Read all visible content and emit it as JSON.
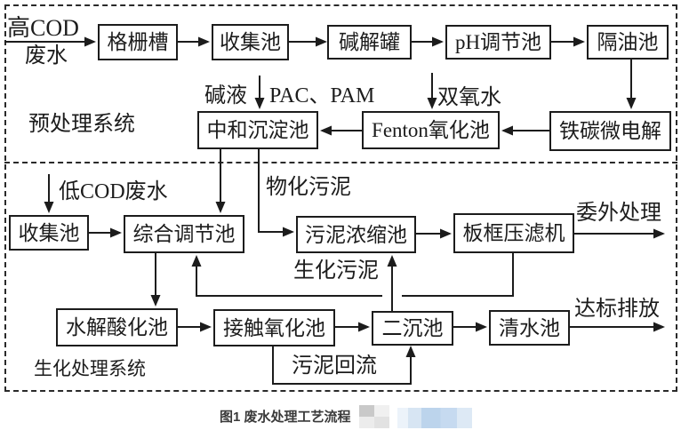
{
  "figure": {
    "caption": "图1 废水处理工艺流程"
  },
  "sections": {
    "pretreatment": "预处理系统",
    "biochemical": "生化处理系统"
  },
  "nodes": {
    "grid_trough": "格栅槽",
    "collection_pool_1": "收集池",
    "alkaline_tank": "碱解罐",
    "ph_adjust_pool": "pH调节池",
    "oil_separator": "隔油池",
    "neutralization_pool": "中和沉淀池",
    "fenton_pool": "Fenton氧化池",
    "iron_carbon": "铁碳微电解",
    "collection_pool_2": "收集池",
    "regulating_pool": "综合调节池",
    "sludge_thickener": "污泥浓缩池",
    "filter_press": "板框压滤机",
    "hydrolysis_pool": "水解酸化池",
    "contact_oxidation_pool": "接触氧化池",
    "secondary_sedimentation_pool": "二沉池",
    "clean_water_pool": "清水池"
  },
  "stream_labels": {
    "high_cod_line1": "高COD",
    "high_cod_line2": "废水",
    "alkali": "碱液",
    "pac_pam": "PAC、PAM",
    "hydrogen_peroxide": "双氧水",
    "low_cod": "低COD废水",
    "physicochemical_sludge": "物化污泥",
    "outsourced_treatment": "委外处理",
    "biochemical_sludge": "生化污泥",
    "standard_discharge": "达标排放",
    "sludge_return": "污泥回流"
  },
  "edges": [
    "高COD废水→格栅槽",
    "格栅槽→收集池",
    "收集池→碱解罐",
    "碱解罐→pH调节池",
    "pH调节池→隔油池",
    "隔油池→铁碳微电解",
    "铁碳微电解→Fenton氧化池",
    "Fenton氧化池→中和沉淀池",
    "碱液/PAC、PAM→中和沉淀池(加药)",
    "双氧水→Fenton氧化池(加药)",
    "中和沉淀池→综合调节池",
    "中和沉淀池→污泥浓缩池(物化污泥)",
    "低COD废水→收集池",
    "收集池→综合调节池",
    "综合调节池→水解酸化池",
    "水解酸化池→接触氧化池",
    "接触氧化池→二沉池",
    "二沉池→清水池",
    "清水池→达标排放",
    "二沉池→污泥浓缩池(生化污泥)",
    "污泥浓缩池→板框压滤机",
    "板框压滤机→委外处理",
    "板框压滤机→综合调节池(回流)",
    "接触氧化池→二沉池(污泥回流)"
  ],
  "colors": {
    "line": "#1c1c1c",
    "caption": "#3a3a3a",
    "background": "#ffffff",
    "blur_gray": "#c9c9c9",
    "blur_blue": "#bcd4ec"
  }
}
